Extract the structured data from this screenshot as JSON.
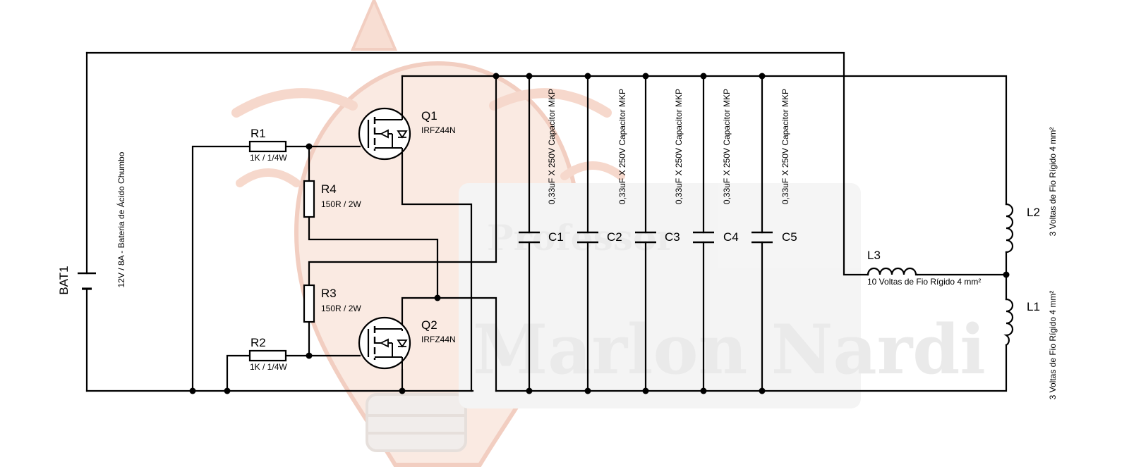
{
  "watermark": {
    "line1": "Professor",
    "line2": "Marlon Nardi",
    "accent": "#e8744f"
  },
  "battery": {
    "ref": "BAT1",
    "value": "12V / 8A - Bateria de Ácido Chumbo"
  },
  "resistors": [
    {
      "ref": "R1",
      "value": "1K / 1/4W"
    },
    {
      "ref": "R2",
      "value": "1K / 1/4W"
    },
    {
      "ref": "R3",
      "value": "150R  / 2W"
    },
    {
      "ref": "R4",
      "value": "150R  / 2W"
    }
  ],
  "transistors": [
    {
      "ref": "Q1",
      "value": "IRFZ44N"
    },
    {
      "ref": "Q2",
      "value": "IRFZ44N"
    }
  ],
  "capacitors": [
    {
      "ref": "C1",
      "value": "0,33uF X 250V Capacitor MKP"
    },
    {
      "ref": "C2",
      "value": "0,33uF X 250V Capacitor MKP"
    },
    {
      "ref": "C3",
      "value": "0,33uF X 250V Capacitor MKP"
    },
    {
      "ref": "C4",
      "value": "0,33uF X 250V Capacitor MKP"
    },
    {
      "ref": "C5",
      "value": "0,33uF X 250V Capacitor MKP"
    }
  ],
  "inductors": [
    {
      "ref": "L1",
      "value": "3 Voltas de Fio Rígido 4 mm²"
    },
    {
      "ref": "L2",
      "value": "3 Voltas de Fio Rígido 4 mm²"
    },
    {
      "ref": "L3",
      "value": "10 Voltas de Fio Rígido 4 mm²"
    }
  ]
}
